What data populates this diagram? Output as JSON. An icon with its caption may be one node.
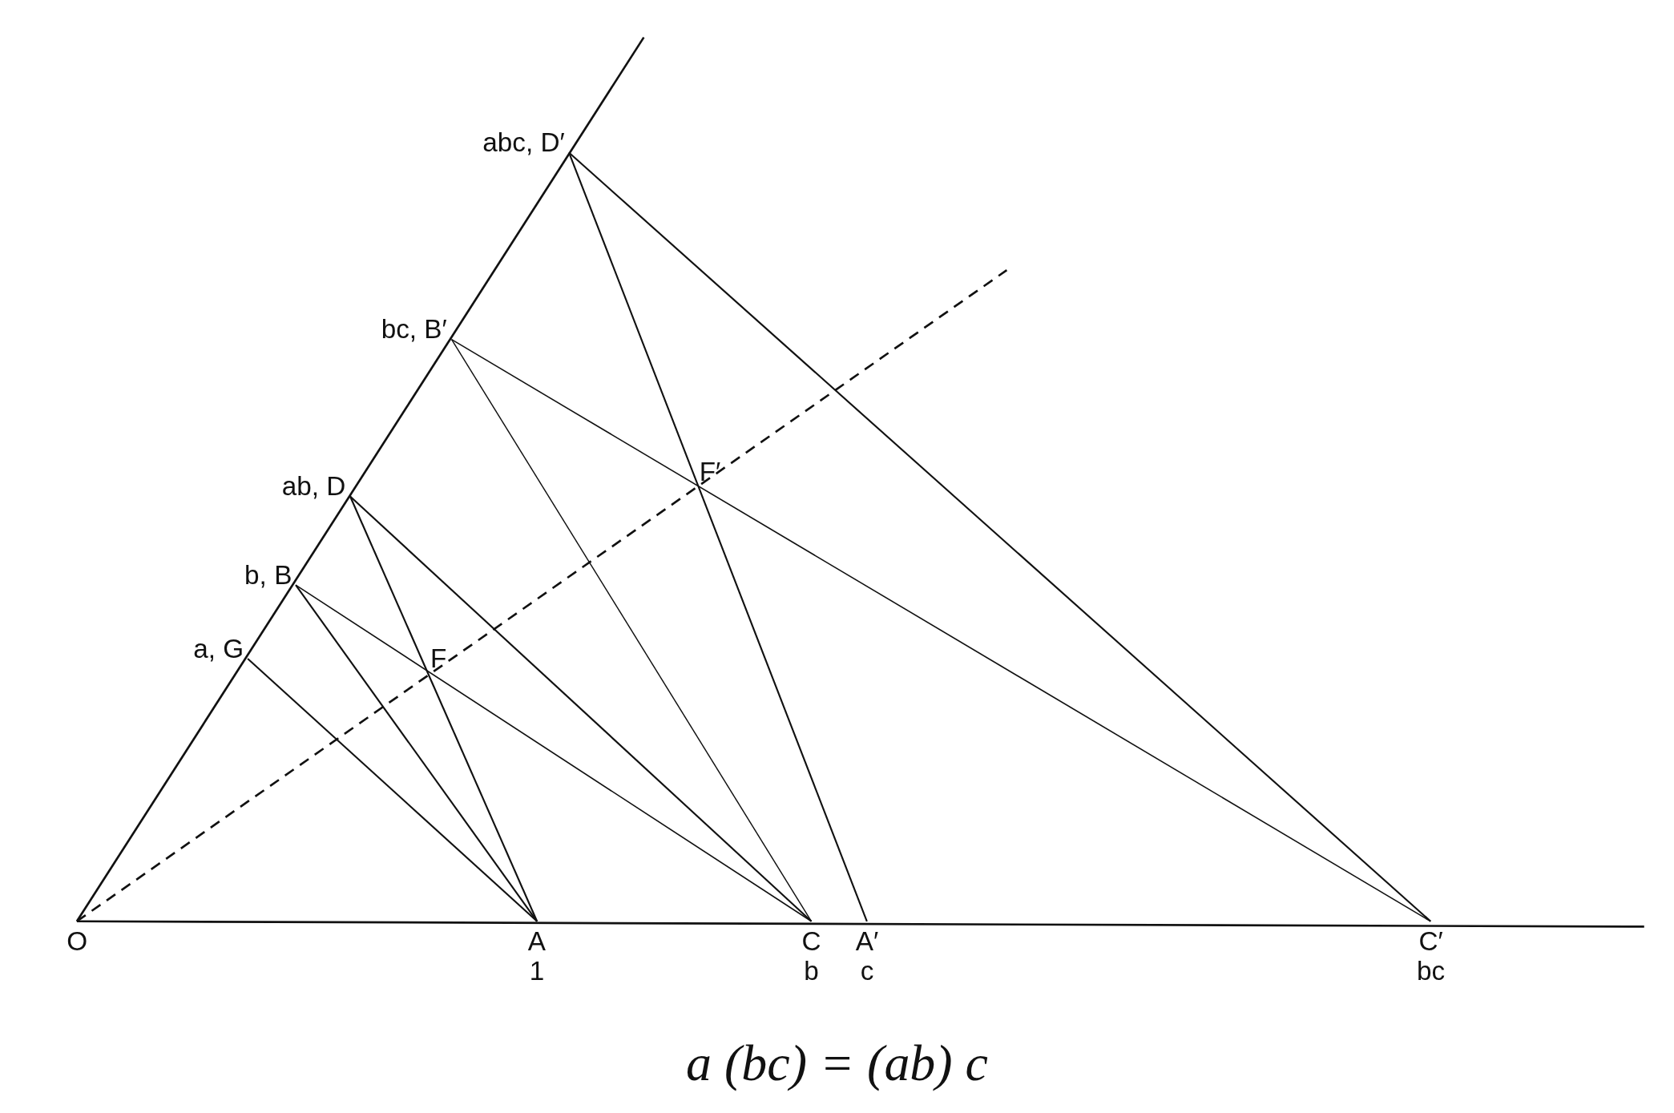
{
  "diagram": {
    "caption": "a (bc) = (ab) c",
    "nodes": [
      {
        "text": [
          "abc, D′"
        ]
      },
      {
        "text": [
          "bc, B′"
        ]
      },
      {
        "text": [
          "F′"
        ]
      },
      {
        "text": [
          "ab, D"
        ]
      },
      {
        "text": [
          "b, B"
        ]
      },
      {
        "text": [
          "F"
        ]
      },
      {
        "text": [
          "a, G"
        ]
      },
      {
        "text": [
          "O"
        ]
      },
      {
        "text": [
          "A",
          "1"
        ]
      },
      {
        "text": [
          "C",
          "b"
        ]
      },
      {
        "text": [
          "A′",
          "c"
        ]
      },
      {
        "text": [
          "C′",
          "bc"
        ]
      }
    ],
    "edges": [
      {
        "from": 7,
        "to": null,
        "arrow": "none"
      },
      {
        "from": 7,
        "to": null,
        "arrow": "none"
      },
      {
        "from": 7,
        "to": null,
        "arrow": "none",
        "style": "dashed"
      },
      {
        "from": 6,
        "to": 8,
        "arrow": "none"
      },
      {
        "from": 4,
        "to": 8,
        "arrow": "none"
      },
      {
        "from": 3,
        "to": 8,
        "arrow": "none"
      },
      {
        "from": 4,
        "to": 9,
        "arrow": "none"
      },
      {
        "from": 3,
        "to": 9,
        "arrow": "none"
      },
      {
        "from": 1,
        "to": 9,
        "arrow": "none"
      },
      {
        "from": 1,
        "to": 11,
        "arrow": "none"
      },
      {
        "from": 0,
        "to": 10,
        "arrow": "none"
      },
      {
        "from": 0,
        "to": 11,
        "arrow": "none"
      }
    ]
  }
}
